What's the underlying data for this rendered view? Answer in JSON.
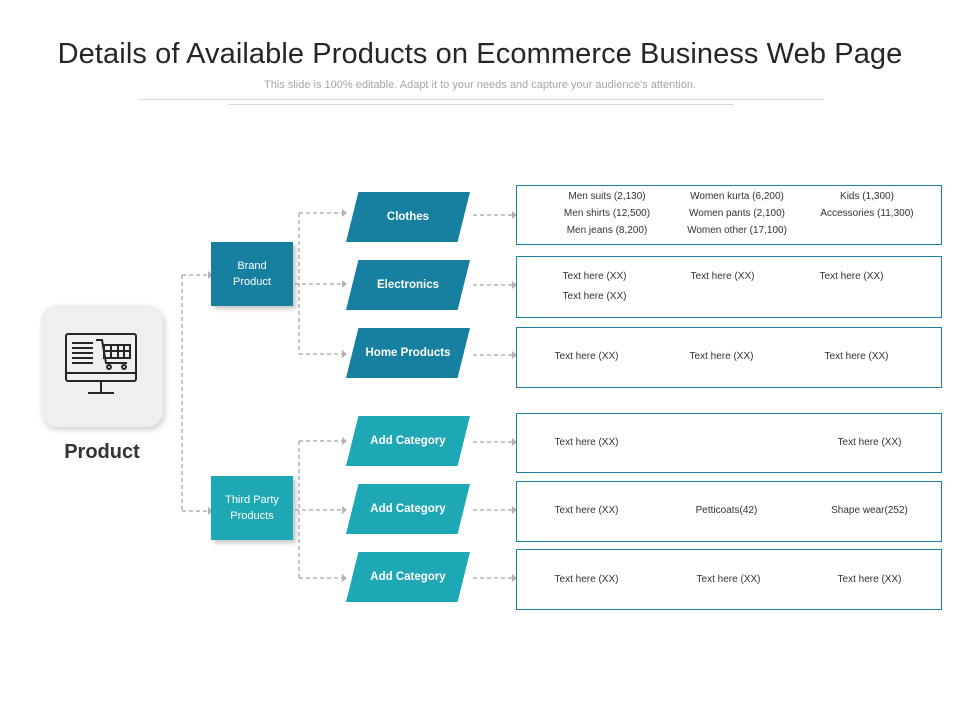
{
  "header": {
    "title": "Details of Available Products on Ecommerce Business Web Page",
    "subtitle": "This slide is 100% editable. Adapt it to your needs and capture your audience's attention."
  },
  "root": {
    "label": "Product",
    "icon": "computer-shopping-cart-icon"
  },
  "colors": {
    "dark_teal": "#177f9f",
    "light_teal": "#1ea8b5",
    "box_border": "#1b7fa3"
  },
  "groups": [
    {
      "label": "Brand Product",
      "categories": [
        {
          "label": "Clothes",
          "details": [
            [
              "Men suits (2,130)",
              "Women kurta (6,200)",
              "Kids (1,300)"
            ],
            [
              "Men shirts (12,500)",
              "Women pants (2,100)",
              "Accessories (11,300)"
            ],
            [
              "Men jeans (8,200)",
              "Women other (17,100)"
            ]
          ]
        },
        {
          "label": "Electronics",
          "details": [
            [
              "Text here (XX)",
              "Text here (XX)",
              "Text here (XX)"
            ],
            [
              "Text here (XX)"
            ]
          ]
        },
        {
          "label": "Home Products",
          "details": [
            [
              "Text here (XX)",
              "Text here (XX)",
              "Text here (XX)"
            ]
          ]
        }
      ]
    },
    {
      "label": "Third Party Products",
      "categories": [
        {
          "label": "Add Category",
          "details": [
            [
              "Text here (XX)",
              "Text here (XX)"
            ]
          ]
        },
        {
          "label": "Add Category",
          "details": [
            [
              "Text here (XX)",
              "Petticoats(42)",
              "Shape wear(252)"
            ]
          ]
        },
        {
          "label": "Add Category",
          "details": [
            [
              "Text here (XX)",
              "Text here (XX)",
              "Text here (XX)"
            ]
          ]
        }
      ]
    }
  ]
}
